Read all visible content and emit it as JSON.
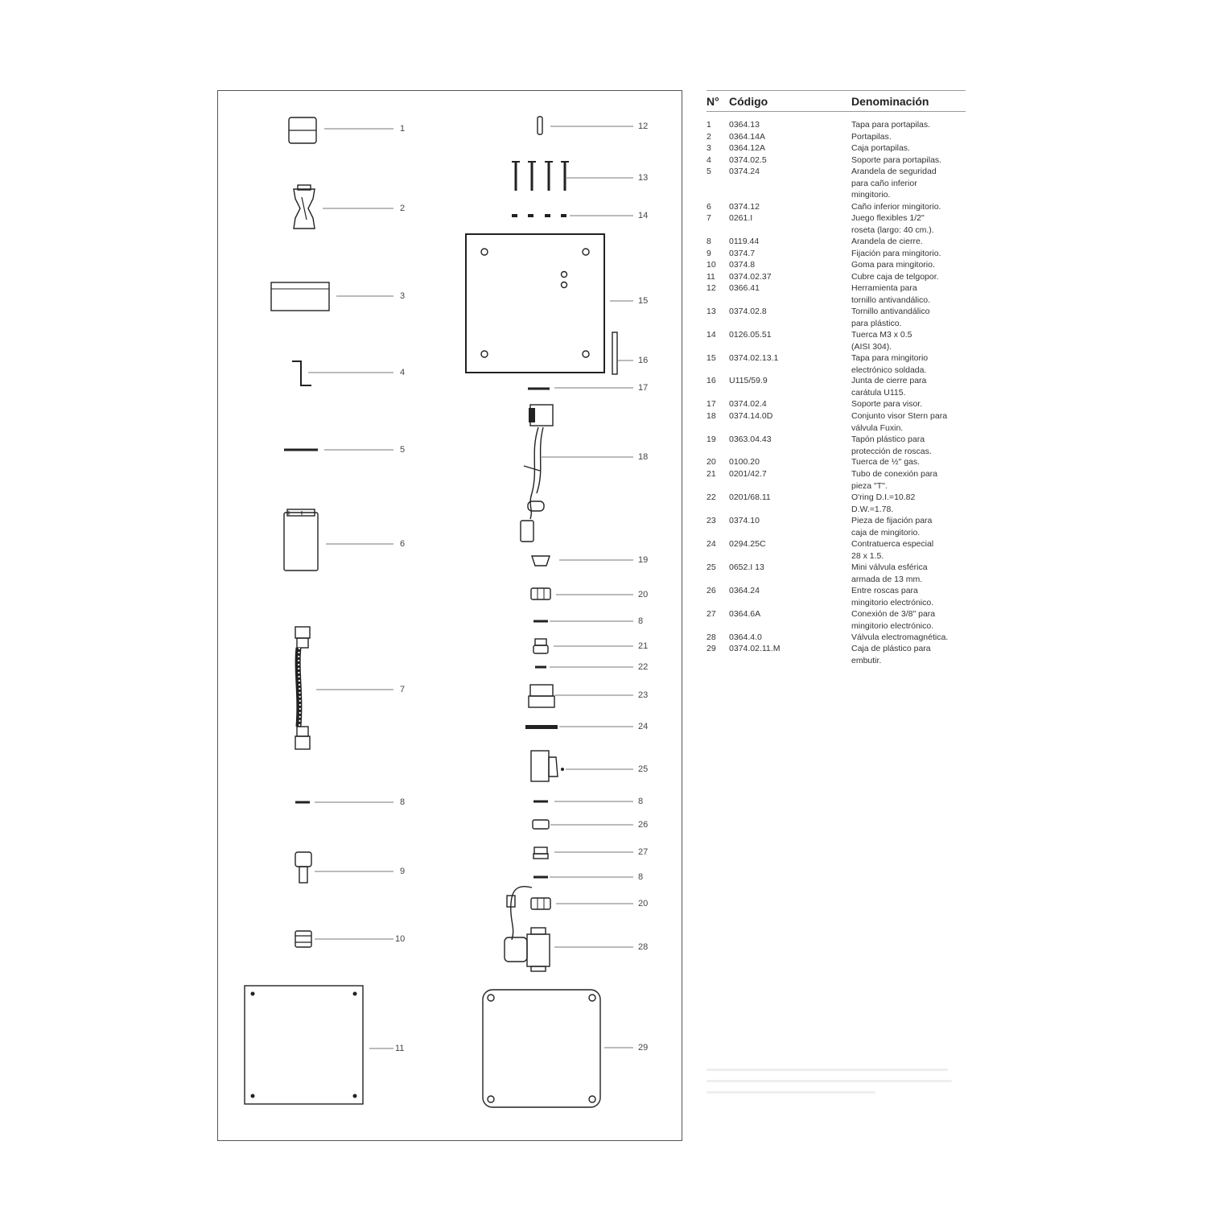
{
  "diagram": {
    "left_callouts": [
      {
        "label": "1",
        "part": "battery-cover"
      },
      {
        "label": "2",
        "part": "battery-holder"
      },
      {
        "label": "3",
        "part": "battery-box"
      },
      {
        "label": "4",
        "part": "holder-bracket"
      },
      {
        "label": "5",
        "part": "safety-washer"
      },
      {
        "label": "6",
        "part": "lower-spout"
      },
      {
        "label": "7",
        "part": "flexible-hose"
      },
      {
        "label": "8",
        "part": "closing-washer"
      },
      {
        "label": "9",
        "part": "fixing-screw"
      },
      {
        "label": "10",
        "part": "rubber-ring"
      },
      {
        "label": "11",
        "part": "foam-box-cover"
      }
    ],
    "right_callouts": [
      {
        "label": "12",
        "part": "tool-bit"
      },
      {
        "label": "13",
        "part": "screws"
      },
      {
        "label": "14",
        "part": "nuts"
      },
      {
        "label": "15",
        "part": "cover-plate"
      },
      {
        "label": "16",
        "part": "gasket"
      },
      {
        "label": "17",
        "part": "visor-support"
      },
      {
        "label": "18",
        "part": "sensor-assembly"
      },
      {
        "label": "19",
        "part": "thread-cap"
      },
      {
        "label": "20",
        "part": "nut"
      },
      {
        "label": "8",
        "part": "closing-washer"
      },
      {
        "label": "21",
        "part": "connection-tube"
      },
      {
        "label": "22",
        "part": "o-ring"
      },
      {
        "label": "23",
        "part": "fixing-piece"
      },
      {
        "label": "24",
        "part": "lock-nut"
      },
      {
        "label": "25",
        "part": "ball-valve"
      },
      {
        "label": "8",
        "part": "closing-washer"
      },
      {
        "label": "26",
        "part": "threaded-connector"
      },
      {
        "label": "27",
        "part": "connector"
      },
      {
        "label": "8",
        "part": "closing-washer"
      },
      {
        "label": "20",
        "part": "nut"
      },
      {
        "label": "28",
        "part": "solenoid-valve"
      },
      {
        "label": "29",
        "part": "plastic-box"
      }
    ]
  },
  "table": {
    "headers": {
      "no": "N°",
      "code": "Código",
      "name": "Denominación"
    },
    "rows": [
      {
        "no": "1",
        "code": "0364.13",
        "name": [
          "Tapa para portapilas."
        ]
      },
      {
        "no": "2",
        "code": "0364.14A",
        "name": [
          "Portapilas."
        ]
      },
      {
        "no": "3",
        "code": "0364.12A",
        "name": [
          "Caja portapilas."
        ]
      },
      {
        "no": "4",
        "code": "0374.02.5",
        "name": [
          "Soporte para portapilas."
        ]
      },
      {
        "no": "5",
        "code": "0374.24",
        "name": [
          "Arandela de seguridad",
          "para caño inferior",
          "mingitorio."
        ]
      },
      {
        "no": "6",
        "code": "0374.12",
        "name": [
          "Caño inferior mingitorio."
        ]
      },
      {
        "no": "7",
        "code": "0261.I",
        "name": [
          "Juego flexibles 1/2\"",
          "roseta (largo: 40 cm.)."
        ]
      },
      {
        "no": "8",
        "code": "0119.44",
        "name": [
          "Arandela de cierre."
        ]
      },
      {
        "no": "9",
        "code": "0374.7",
        "name": [
          "Fijación para mingitorio."
        ]
      },
      {
        "no": "10",
        "code": "0374.8",
        "name": [
          "Goma para mingitorio."
        ]
      },
      {
        "no": "11",
        "code": "0374.02.37",
        "name": [
          "Cubre caja de telgopor."
        ]
      },
      {
        "no": "12",
        "code": "0366.41",
        "name": [
          "Herramienta para",
          "tornillo antivandálico."
        ]
      },
      {
        "no": "13",
        "code": "0374.02.8",
        "name": [
          "Tornillo antivandálico",
          "para plástico."
        ]
      },
      {
        "no": "14",
        "code": "0126.05.51",
        "name": [
          "Tuerca M3 x 0.5",
          "(AISI 304)."
        ]
      },
      {
        "no": "15",
        "code": "0374.02.13.1",
        "name": [
          "Tapa para mingitorio",
          "electrónico soldada."
        ]
      },
      {
        "no": "16",
        "code": "U115/59.9",
        "name": [
          "Junta de cierre para",
          "carátula U115."
        ]
      },
      {
        "no": "17",
        "code": "0374.02.4",
        "name": [
          "Soporte para visor."
        ]
      },
      {
        "no": "18",
        "code": "0374.14.0D",
        "name": [
          "Conjunto visor Stern para",
          "válvula Fuxin."
        ]
      },
      {
        "no": "19",
        "code": "0363.04.43",
        "name": [
          "Tapón plástico para",
          "protección de roscas."
        ]
      },
      {
        "no": "20",
        "code": "0100.20",
        "name": [
          "Tuerca de ½\" gas."
        ]
      },
      {
        "no": "21",
        "code": "0201/42.7",
        "name": [
          "Tubo de conexión para",
          "pieza \"T\"."
        ]
      },
      {
        "no": "22",
        "code": "0201/68.11",
        "name": [
          "O'ring D.I.=10.82",
          "D.W.=1.78."
        ]
      },
      {
        "no": "23",
        "code": "0374.10",
        "name": [
          "Pieza de fijación para",
          "caja de mingitorio."
        ]
      },
      {
        "no": "24",
        "code": "0294.25C",
        "name": [
          "Contratuerca especial",
          "28 x 1.5."
        ]
      },
      {
        "no": "25",
        "code": "0652.I 13",
        "name": [
          "Mini válvula esférica",
          "armada de 13 mm."
        ]
      },
      {
        "no": "26",
        "code": "0364.24",
        "name": [
          "Entre roscas para",
          "mingitorio electrónico."
        ]
      },
      {
        "no": "27",
        "code": "0364.6A",
        "name": [
          "Conexión de 3/8\" para",
          "mingitorio electrónico."
        ]
      },
      {
        "no": "28",
        "code": "0364.4.0",
        "name": [
          "Válvula electromagnética."
        ]
      },
      {
        "no": "29",
        "code": "0374.02.11.M",
        "name": [
          "Caja de plástico para",
          "embutir."
        ]
      }
    ]
  },
  "colors": {
    "ink": "#222222",
    "leader": "#777777",
    "frame": "#555555"
  }
}
